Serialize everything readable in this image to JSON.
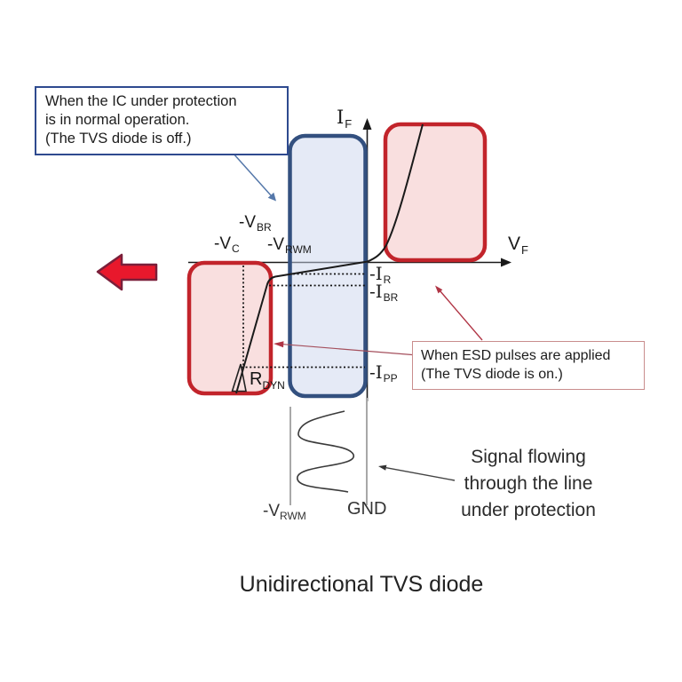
{
  "title": "Unidirectional TVS diode",
  "colors": {
    "blue_region_border": "#33507F",
    "blue_region_fill": "#E7ebF5",
    "red_region_border": "#C2242B",
    "red_region_fill": "#F8DCDC",
    "blue_callout_border": "#2E4A8F",
    "red_callout_border": "#C98D8D",
    "block_arrow_fill": "#E8182C",
    "block_arrow_outline": "#7A1F3A",
    "curve_color": "#1A1A1A",
    "gray_line_color": "#A8A8A8"
  },
  "callouts": {
    "normal": {
      "line1": "When the IC under protection",
      "line2": "is in normal operation.",
      "line3": "(The TVS diode is off.)"
    },
    "esd": {
      "line1": "When ESD pulses are applied",
      "line2": "(The TVS diode is on.)"
    }
  },
  "signal_note": {
    "line1": "Signal flowing",
    "line2": "through the line",
    "line3": "under protection"
  },
  "labels": {
    "i_f": {
      "main": "I",
      "sub": "F"
    },
    "v_f": {
      "main": "V",
      "sub": "F"
    },
    "v_br": {
      "main": "-V",
      "sub": "BR"
    },
    "v_c": {
      "main": "-V",
      "sub": "C"
    },
    "v_rwm": {
      "main": "-V",
      "sub": "RWM"
    },
    "i_r": {
      "main": "-I",
      "sub": "R"
    },
    "i_br": {
      "main": "-I",
      "sub": "BR"
    },
    "i_pp": {
      "main": "-I",
      "sub": "PP"
    },
    "r_dyn": {
      "main": "R",
      "sub": "DYN"
    },
    "v_rwm_bottom": {
      "main": "-V",
      "sub": "RWM"
    },
    "gnd": "GND"
  }
}
